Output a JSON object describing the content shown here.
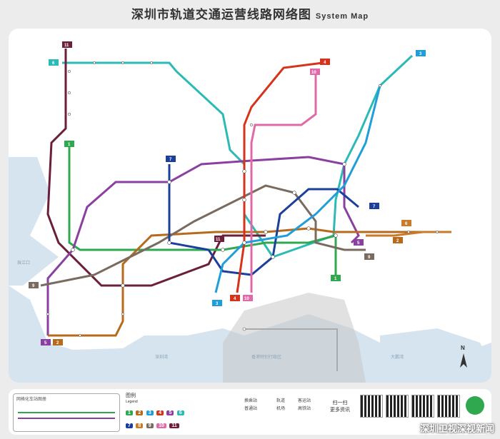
{
  "title": "深圳市轨道交通运营线路网络图",
  "title_en": "System Map",
  "colors": {
    "line1": "#2fa84f",
    "line2": "#b86a1c",
    "line3": "#1f9ed9",
    "line4": "#d6331c",
    "line5": "#8b3fa0",
    "line6": "#2bbab6",
    "line7": "#1c3f9c",
    "line8": "#c97a2a",
    "line9": "#7a6b60",
    "line10": "#e06aa8",
    "line11": "#6b1f3a",
    "water": "#d5e4ef"
  },
  "line_badges": [
    "11",
    "6",
    "1",
    "7",
    "4",
    "10",
    "3",
    "7",
    "6",
    "2",
    "5",
    "9",
    "1",
    "9",
    "5",
    "2",
    "3",
    "4",
    "10",
    "11"
  ],
  "areas": {
    "pearl_river": "珠江口",
    "shenzhen_bay": "深圳湾",
    "hk": "香港特别行政区",
    "dapeng": "大鹏湾"
  },
  "legend": {
    "title": "图例",
    "subtitle": "Legend",
    "lines": [
      "1",
      "2",
      "3",
      "4",
      "5",
      "6",
      "7",
      "8",
      "9",
      "10",
      "11"
    ],
    "items": [
      "换乘站",
      "普通站",
      "轨道",
      "机场",
      "客运站",
      "高铁站"
    ],
    "schematic_title": "网格化车站图册"
  },
  "qr_labels": [
    "扫一扫",
    "更多资讯"
  ],
  "watermark": "深圳卫视深视新闻",
  "north": "N"
}
